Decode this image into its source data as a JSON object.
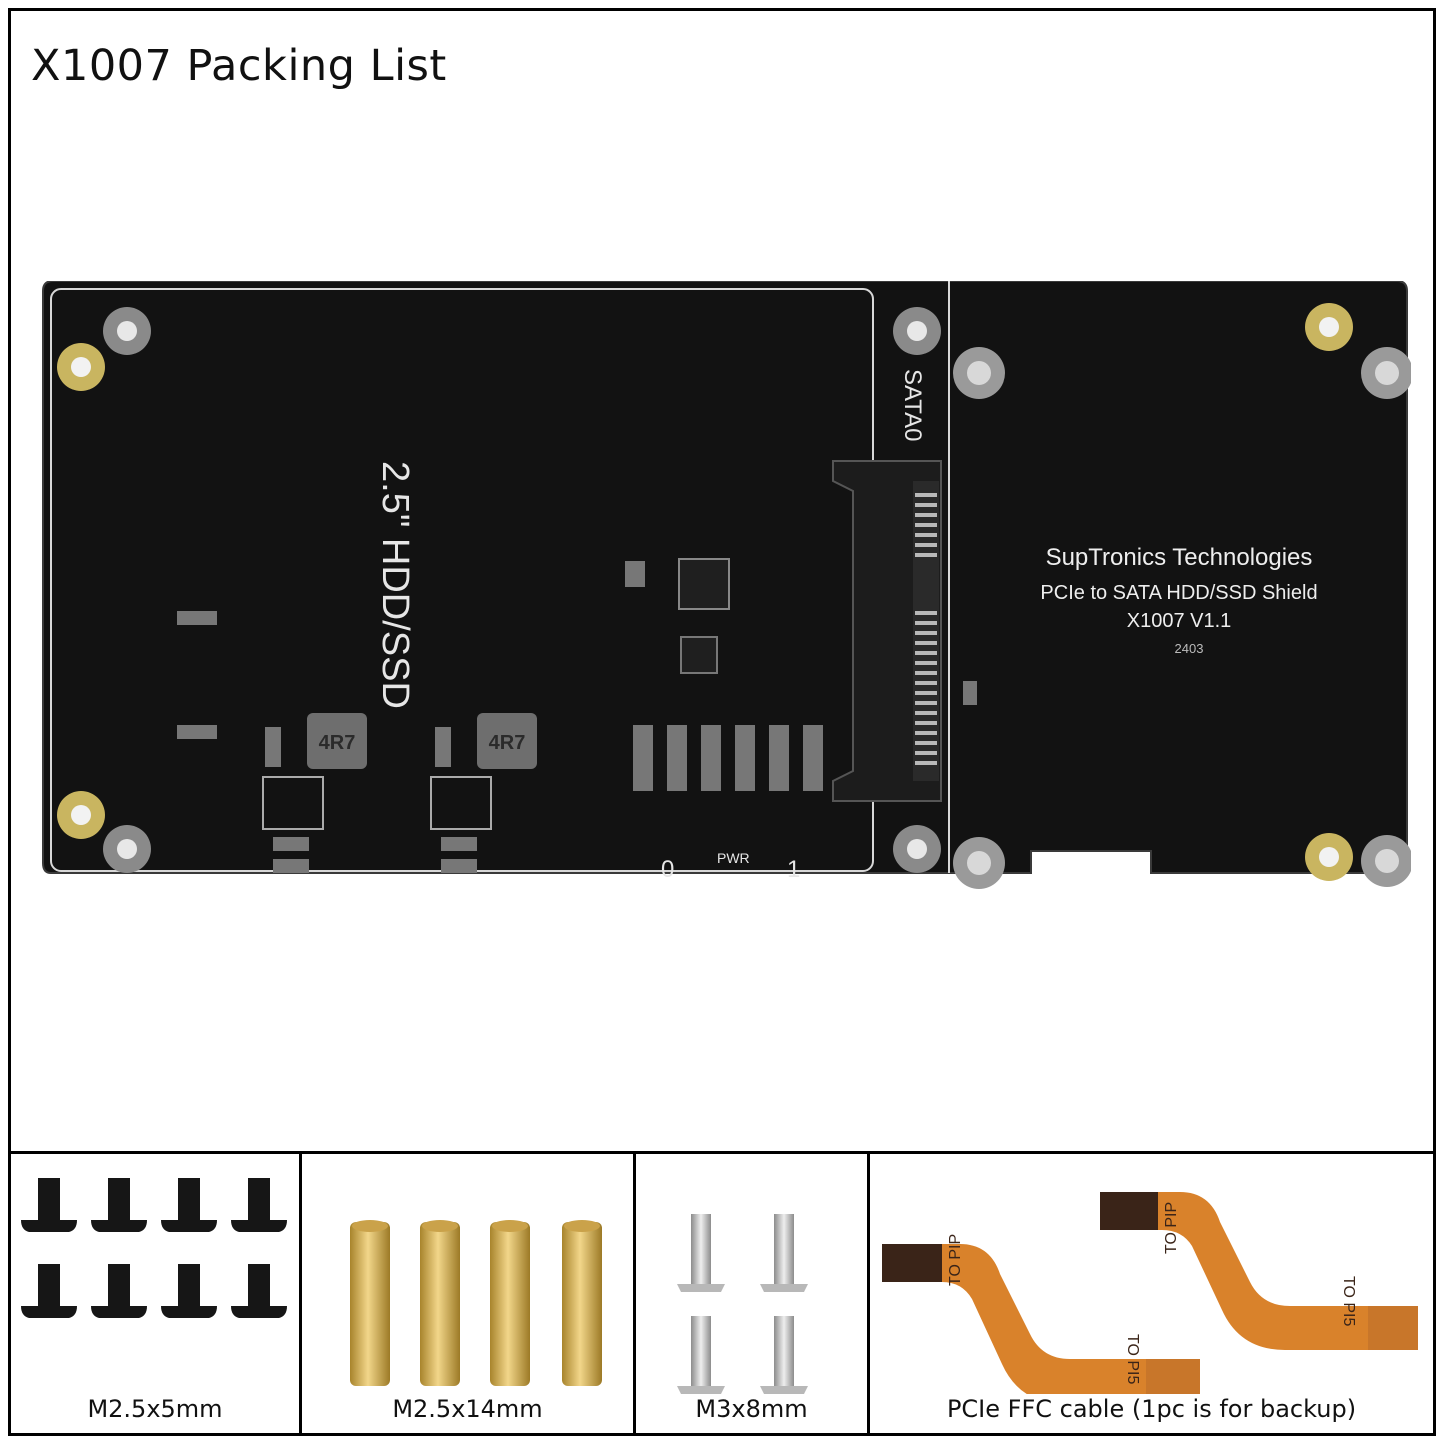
{
  "page": {
    "title": "X1007 Packing List"
  },
  "board": {
    "silkscreen_company": "SupTronics Technologies",
    "silkscreen_product": "PCIe to SATA HDD/SSD Shield",
    "silkscreen_version": "X1007  V1.1",
    "silkscreen_code": "2403",
    "drive_label": "2.5\" HDD/SSD",
    "connector_label": "SATA0",
    "inductor_label_1": "4R7",
    "inductor_label_2": "4R7",
    "led_0": "0",
    "led_pwr": "PWR",
    "led_1": "1"
  },
  "items": [
    {
      "label": "M2.5x5mm",
      "icon": "black-screw-icon",
      "count": 8
    },
    {
      "label": "M2.5x14mm",
      "icon": "brass-standoff-icon",
      "count": 4
    },
    {
      "label": "M3x8mm",
      "icon": "steel-screw-icon",
      "count": 4
    },
    {
      "label": "PCIe FFC cable (1pc is for backup)",
      "icon": "ffc-cable-icon",
      "count": 2
    }
  ],
  "cable_text": {
    "to_pip": "TO PIP",
    "to_pi5": "TO PI5"
  },
  "colors": {
    "pcb": "#111111",
    "pad_gold": "#c9b560",
    "brass": "#d7b45a",
    "cable": "#d9822b"
  }
}
